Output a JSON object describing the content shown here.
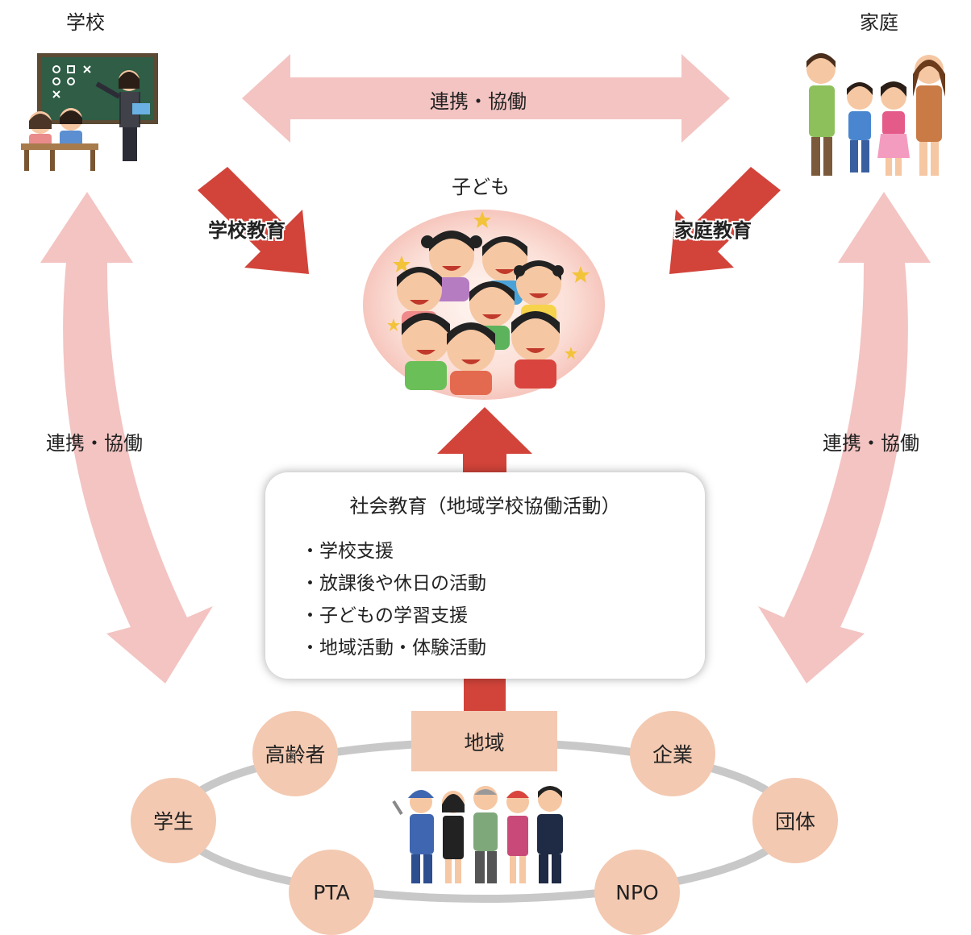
{
  "school": {
    "title": "学校",
    "education_label": "学校教育"
  },
  "home": {
    "title": "家庭",
    "education_label": "家庭教育"
  },
  "child": {
    "title": "子ども"
  },
  "cooperation": {
    "top": "連携・協働",
    "left": "連携・協働",
    "right": "連携・協働"
  },
  "social": {
    "title": "社会教育（地域学校協働活動）",
    "items": [
      "・学校支援",
      "・放課後や休日の活動",
      "・子どもの学習支援",
      "・地域活動・体験活動"
    ]
  },
  "community": {
    "title": "地域",
    "members": [
      "高齢者",
      "企業",
      "学生",
      "団体",
      "PTA",
      "NPO"
    ]
  },
  "colors": {
    "pink_arrow": "#f3c4c2",
    "red_arrow": "#d2443a",
    "circle_fill": "#f3c9b1",
    "ring": "#c8c8c8"
  }
}
